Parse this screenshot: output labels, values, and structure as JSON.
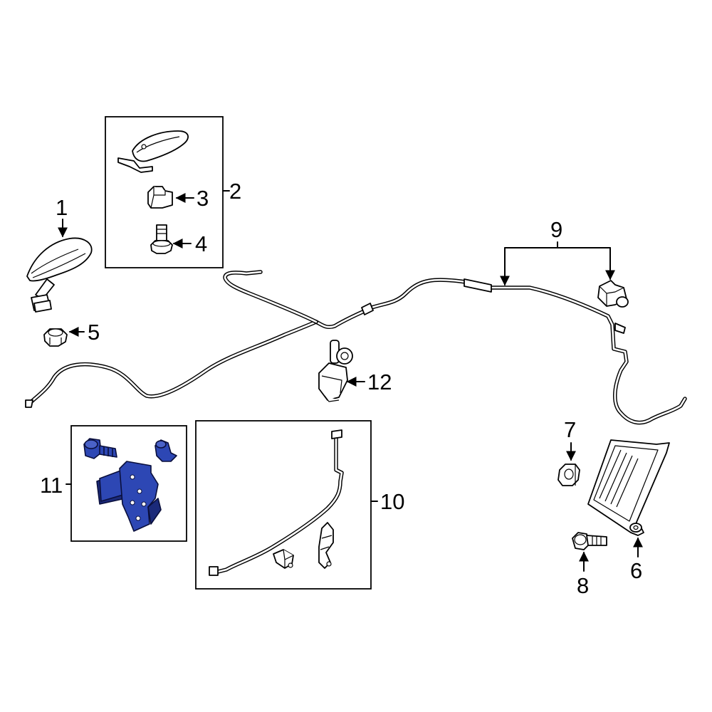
{
  "diagram": {
    "callouts": [
      {
        "id": "1",
        "label": "1"
      },
      {
        "id": "2",
        "label": "2"
      },
      {
        "id": "3",
        "label": "3"
      },
      {
        "id": "4",
        "label": "4"
      },
      {
        "id": "5",
        "label": "5"
      },
      {
        "id": "6",
        "label": "6"
      },
      {
        "id": "7",
        "label": "7"
      },
      {
        "id": "8",
        "label": "8"
      },
      {
        "id": "9",
        "label": "9"
      },
      {
        "id": "10",
        "label": "10"
      },
      {
        "id": "11",
        "label": "11"
      },
      {
        "id": "12",
        "label": "12"
      }
    ],
    "highlighted_part": "11",
    "colors": {
      "highlight_fill": "#2d47b4",
      "highlight_dark": "#1b2a7a",
      "line": "#000000",
      "background": "#ffffff"
    }
  }
}
